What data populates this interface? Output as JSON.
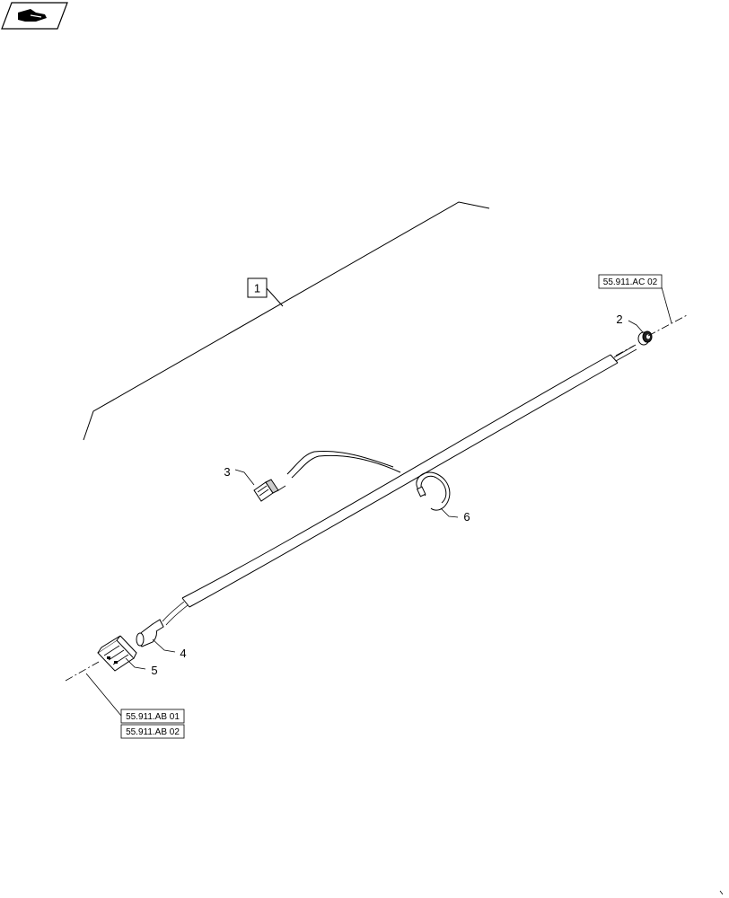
{
  "callouts": {
    "item1": "1",
    "item2": "2",
    "item3": "3",
    "item4": "4",
    "item5": "5",
    "item6": "6"
  },
  "references": {
    "ref_ac02": "55.911.AC 02",
    "ref_ab01": "55.911.AB 01",
    "ref_ab02": "55.911.AB 02"
  },
  "icons": {
    "corner_icon": "hand-pointing-icon"
  }
}
